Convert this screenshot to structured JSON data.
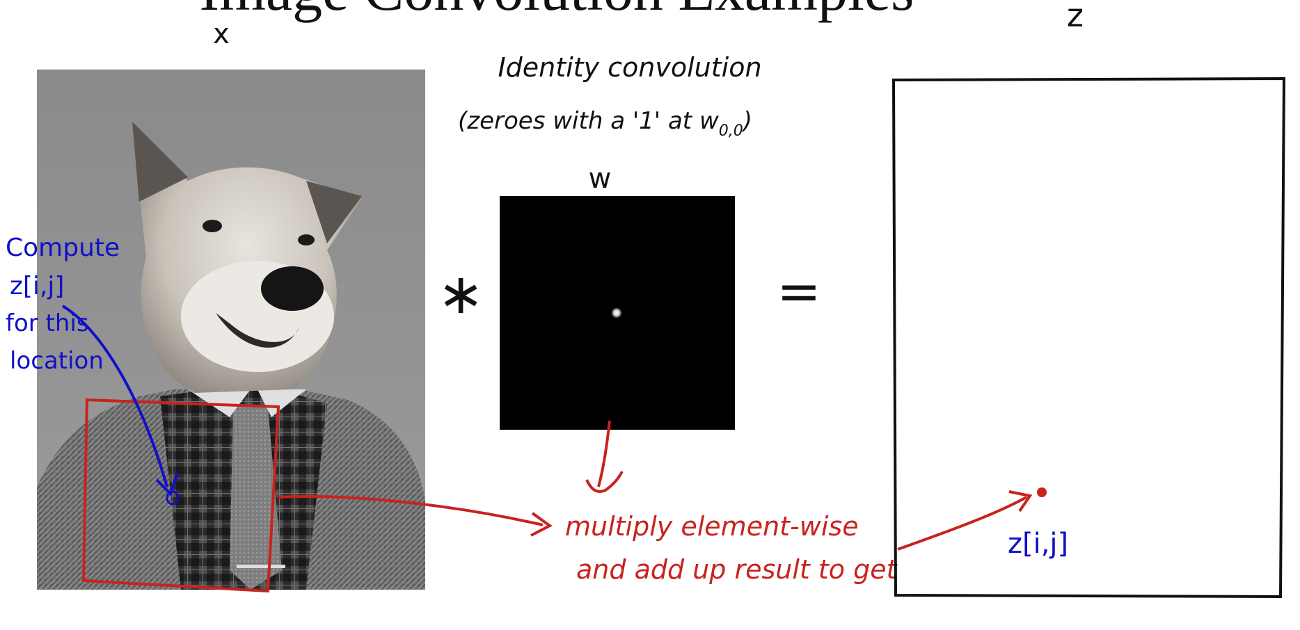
{
  "title": "Image Convolution Examples",
  "labels": {
    "x": "x",
    "z": "z",
    "w": "w",
    "conv_op": "∗",
    "equals": "=",
    "z_ij": "z[i,j]"
  },
  "notes": {
    "identity_line1": "Identity convolution",
    "identity_line2": "(zeroes with a '1' at w",
    "identity_sub": "0,0",
    "identity_close": ")",
    "compute_lines": [
      "Compute",
      "z[i,j]",
      "for this",
      "location"
    ],
    "multiply_line1": "multiply element-wise",
    "multiply_line2": "and add up result to get"
  },
  "colors": {
    "ink": "#111111",
    "blue_ink": "#1010c8",
    "red_ink": "#c8231f",
    "kernel_bg": "#000000"
  }
}
